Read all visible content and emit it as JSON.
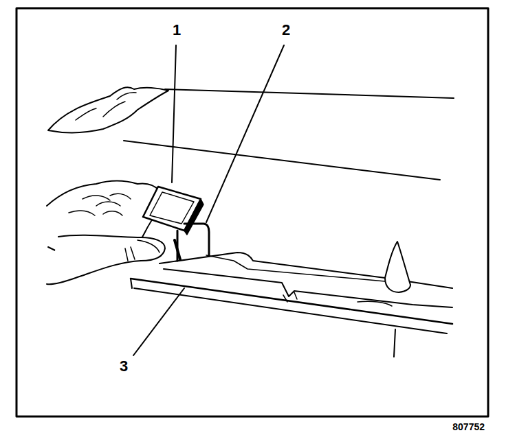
{
  "diagram": {
    "labels": [
      "1",
      "2",
      "3",
      "807752"
    ]
  }
}
